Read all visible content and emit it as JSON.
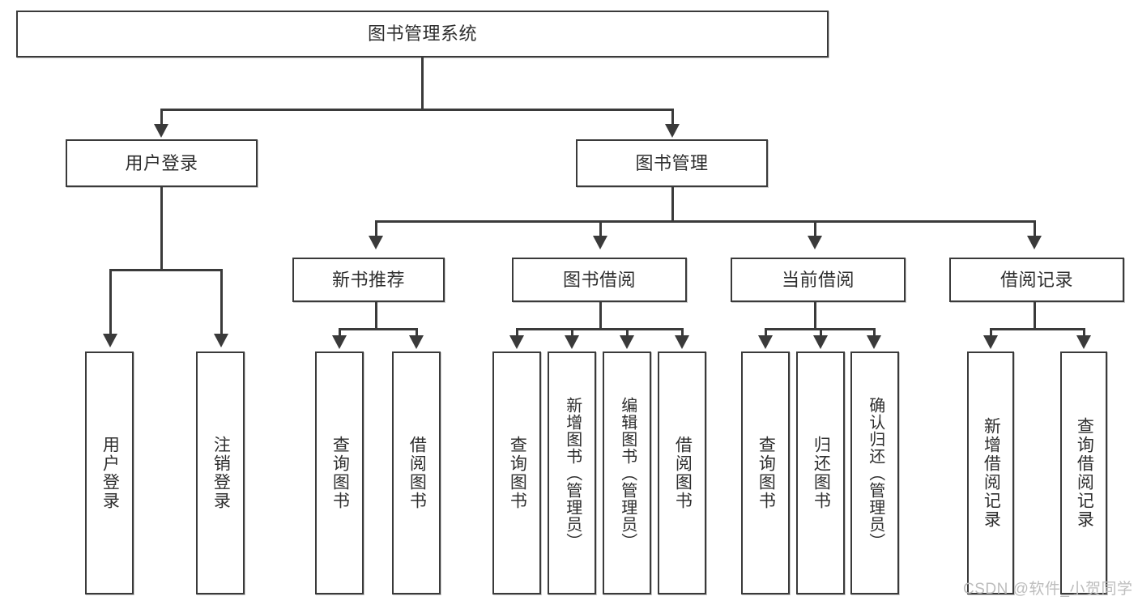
{
  "diagram": {
    "type": "hierarchy-tree",
    "title": "图书管理系统",
    "root": {
      "label": "图书管理系统"
    },
    "level2": [
      {
        "label": "用户登录"
      },
      {
        "label": "图书管理"
      }
    ],
    "level3": [
      {
        "label": "新书推荐"
      },
      {
        "label": "图书借阅"
      },
      {
        "label": "当前借阅"
      },
      {
        "label": "借阅记录"
      }
    ],
    "leaves": {
      "user_login": [
        {
          "label": "用户登录"
        },
        {
          "label": "注销登录"
        }
      ],
      "new_book_recommend": [
        {
          "label": "查询图书"
        },
        {
          "label": "借阅图书"
        }
      ],
      "book_borrow": [
        {
          "label": "查询图书"
        },
        {
          "label": "新增图书（管理员）"
        },
        {
          "label": "编辑图书（管理员）"
        },
        {
          "label": "借阅图书"
        }
      ],
      "current_borrow": [
        {
          "label": "查询图书"
        },
        {
          "label": "归还图书"
        },
        {
          "label": "确认归还（管理员）"
        }
      ],
      "borrow_record": [
        {
          "label": "新增借阅记录"
        },
        {
          "label": "查询借阅记录"
        }
      ]
    }
  },
  "watermark": {
    "text": "CSDN @软件_小贺同学"
  },
  "colors": {
    "border": "#3a3a3a",
    "text": "#2e2e2e",
    "background": "#ffffff",
    "watermark": "#bdbdbd"
  }
}
